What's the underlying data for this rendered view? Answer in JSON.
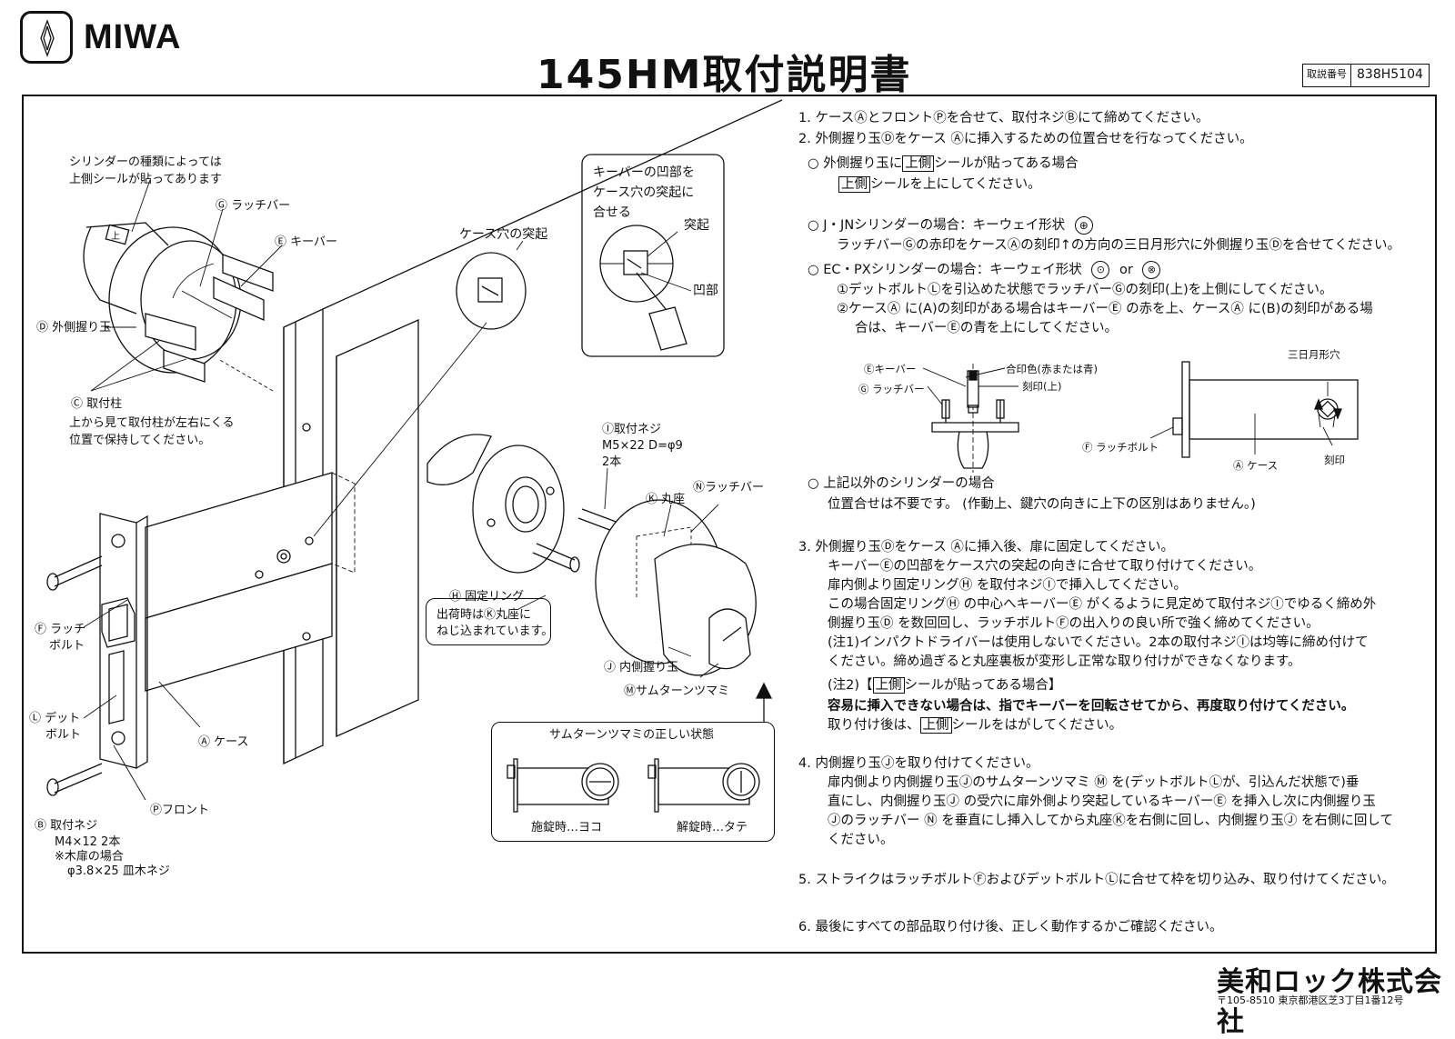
{
  "header": {
    "brand": "MIWA",
    "title": "145HM取付説明書",
    "doc_no_label": "取説番号",
    "doc_no_value": "838H5104"
  },
  "diagram_labels": {
    "cylinder_note_1": "シリンダーの種類によっては",
    "cylinder_note_2": "上側シールが貼ってあります",
    "latch_bar_g": "Ⓖ ラッチバー",
    "keybar_e": "Ⓔ キーバー",
    "outer_knob_d": "Ⓓ 外側握り玉",
    "post_c": "Ⓒ 取付柱",
    "post_note_1": "上から見て取付柱が左右にくる",
    "post_note_2": "位置で保持してください。",
    "case_hole": "ケース穴の突起",
    "align_1": "キーバーの凹部を",
    "align_2": "ケース穴の突起に",
    "align_3": "合せる",
    "protrusion": "突起",
    "recess": "凹部",
    "screw_i_1": "Ⓘ取付ネジ",
    "screw_i_2": "M5×22 D=φ9",
    "screw_i_3": "2本",
    "rosette_k": "Ⓚ 丸座",
    "latch_bar_n": "Ⓝラッチバー",
    "ring_h": "Ⓗ 固定リング",
    "ring_note_1": "出荷時はⓀ丸座に",
    "ring_note_2": "ねじ込まれています。",
    "inner_knob_j": "Ⓙ 内側握り玉",
    "thumbturn_m": "Ⓜサムターンツマミ",
    "latch_f_1": "Ⓕ ラッチ",
    "latch_f_2": "ボルト",
    "dead_l_1": "Ⓛ デット",
    "dead_l_2": "ボルト",
    "case_a": "Ⓐ ケース",
    "front_p": "Ⓟフロント",
    "screw_b_1": "Ⓑ 取付ネジ",
    "screw_b_2": "M4×12  2本",
    "screw_b_3": "※木扉の場合",
    "screw_b_4": "φ3.8×25 皿木ネジ",
    "thumb_box_title": "サムターンツマミの正しい状態",
    "locked": "施錠時…ヨコ",
    "unlocked": "解錠時…タテ",
    "sub_keybar": "Ⓔキーバー",
    "sub_latchbar": "Ⓖ ラッチバー",
    "sub_color": "合印色(赤または青)",
    "sub_mark_up": "刻印(上)",
    "sub_crescent": "三日月形穴",
    "sub_latchbolt": "Ⓕ ラッチボルト",
    "sub_case": "Ⓐ ケース",
    "sub_mark": "刻印",
    "cyl_tag": "上"
  },
  "instructions": [
    "1. ケースⒶとフロントⓅを合せて、取付ネジⒷにて締めてください。",
    "2. 外側握り玉Ⓓをケース Ⓐに挿入するための位置合せを行なってください。",
    "○ 外側握り玉に",
    "上側",
    "シールが貼ってある場合",
    "上側",
    "シールを上にしてください。",
    "○ J・JNシリンダーの場合：キーウェイ形状",
    "ラッチバーⒼの赤印をケースⒶの刻印↑の方向の三日月形穴に外側握り玉Ⓓを合せてください。",
    "○ EC・PXシリンダーの場合：キーウェイ形状",
    "or",
    "①デットボルトⓁを引込めた状態でラッチバーⒼの刻印(上)を上側にしてください。",
    "②ケースⒶ に(A)の刻印がある場合はキーバーⒺ の赤を上、ケースⒶ に(B)の刻印がある場",
    "合は、キーバーⒺの青を上にしてください。",
    "○ 上記以外のシリンダーの場合",
    "位置合せは不要です。 (作動上、鍵穴の向きに上下の区別はありません。)",
    "3. 外側握り玉Ⓓをケース Ⓐに挿入後、扉に固定してください。",
    "キーバーⒺの凹部をケース穴の突起の向きに合せて取り付けてください。",
    "扉内側より固定リングⒽ を取付ネジⒾで挿入してください。",
    "この場合固定リングⒽ の中心へキーバーⒺ がくるように見定めて取付ネジⒾでゆるく締め外",
    "側握り玉Ⓓ を数回回し、ラッチボルトⒻの出入りの良い所で強く締めてください。",
    "(注1)インパクトドライバーは使用しないでください。2本の取付ネジⒾは均等に締め付けて",
    "ください。締め過ぎると丸座裏板が変形し正常な取り付けができなくなります。",
    "(注2)【",
    "上側",
    "シールが貼ってある場合】",
    "容易に挿入できない場合は、指でキーバーを回転させてから、再度取り付けてください。",
    "取り付け後は、",
    "上側",
    "シールをはがしてください。",
    "4. 内側握り玉Ⓙを取り付けてください。",
    "扉内側より内側握り玉Ⓙのサムターンツマミ Ⓜ を(デットボルトⓁが、引込んだ状態で)垂",
    "直にし、内側握り玉Ⓙ の受穴に扉外側より突起しているキーバーⒺ を挿入し次に内側握り玉",
    "Ⓙのラッチバー Ⓝ を垂直にし挿入してから丸座Ⓚを右側に回し、内側握り玉Ⓙ を右側に回して",
    "ください。",
    "5. ストライクはラッチボルトⒻおよびデットボルトⓁに合せて枠を切り込み、取り付けてください。",
    "6. 最後にすべての部品取り付け後、正しく動作するかご確認ください。"
  ],
  "footer": {
    "company": "美和ロック株式会社",
    "address": "〒105-8510  東京都港区芝3丁目1番12号"
  }
}
